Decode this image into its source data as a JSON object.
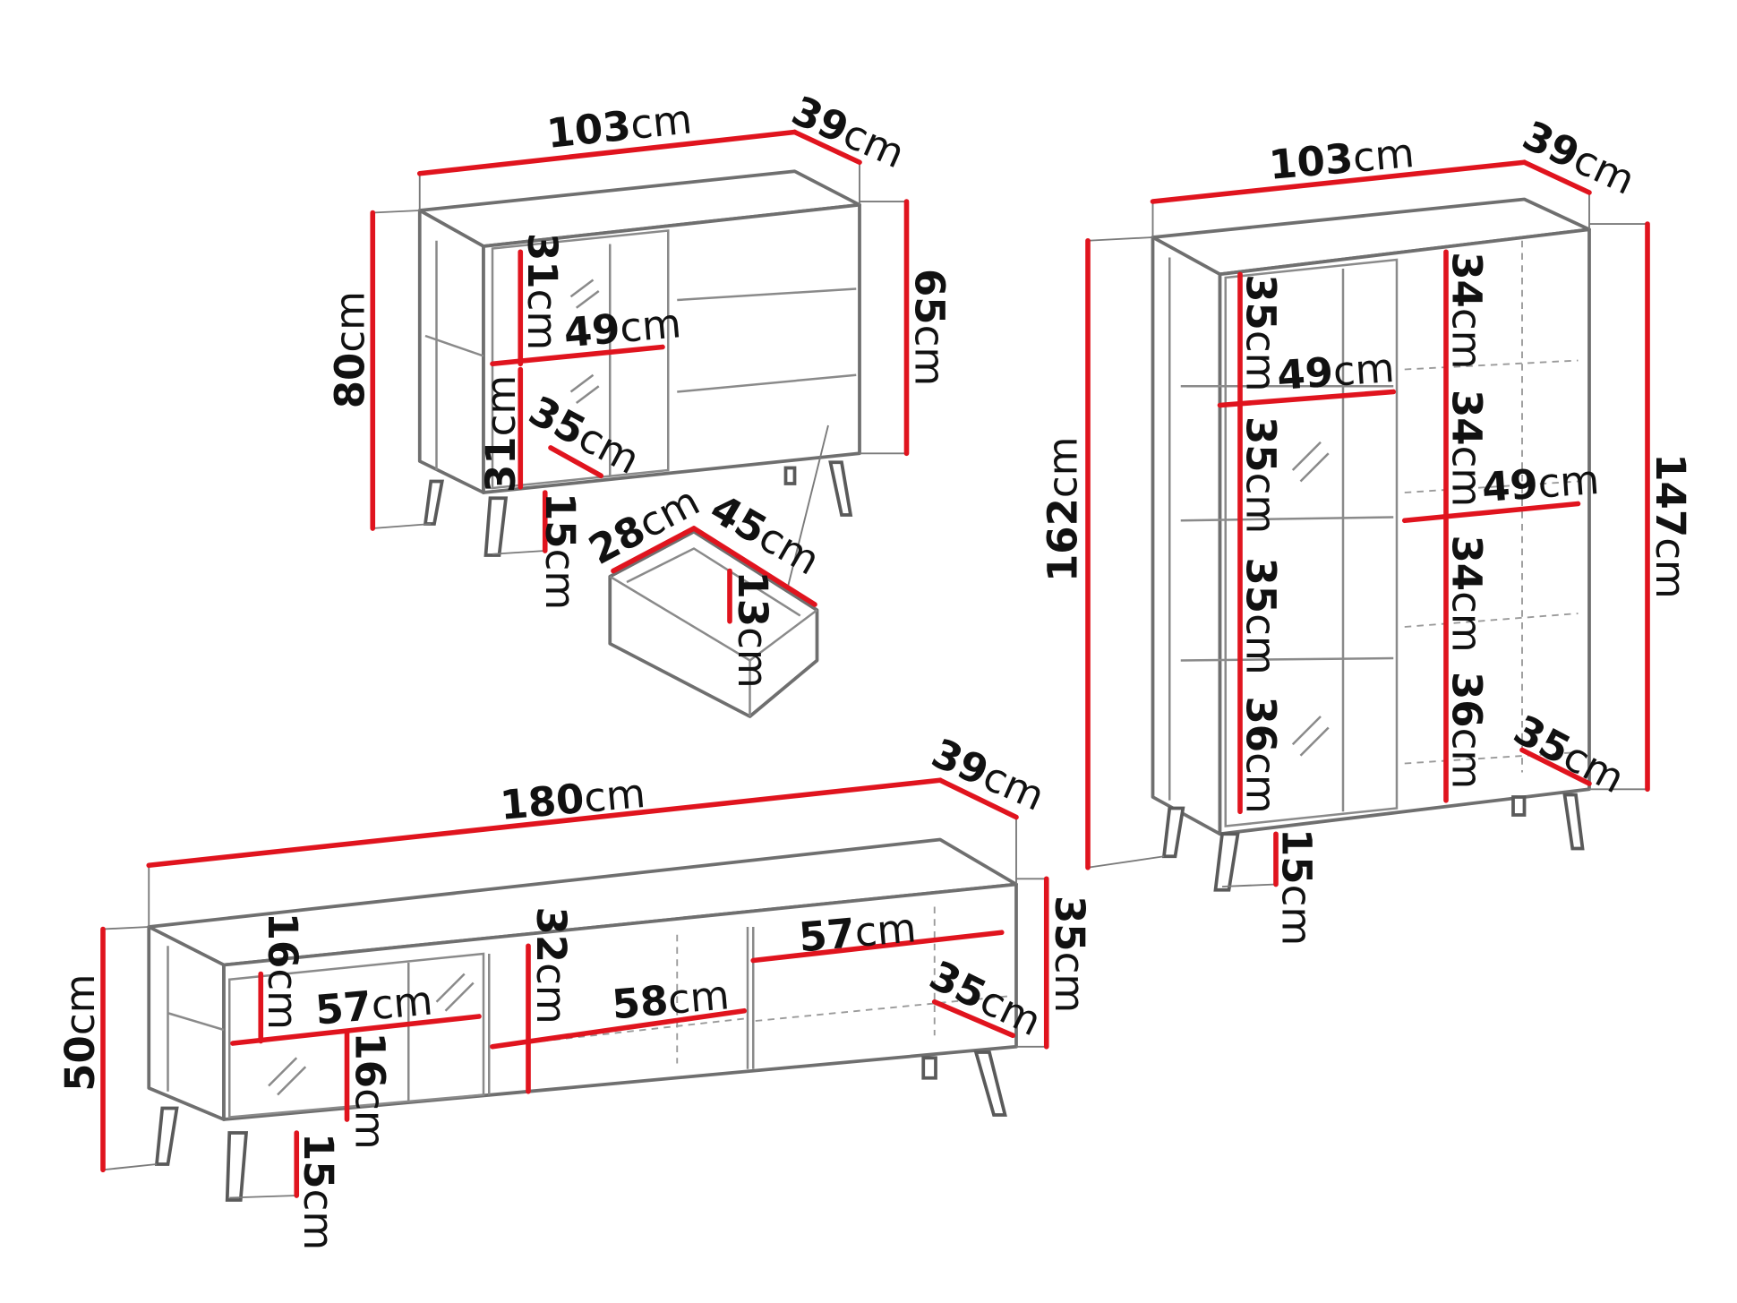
{
  "title": "Furniture set dimensions",
  "colors": {
    "dimension_line": "#e0141e",
    "outline": "#6f6f6f"
  },
  "sideboard": {
    "width": {
      "v": "103",
      "u": "cm"
    },
    "depth": {
      "v": "39",
      "u": "cm"
    },
    "height": {
      "v": "80",
      "u": "cm"
    },
    "body_height": {
      "v": "65",
      "u": "cm"
    },
    "shelf_upper": {
      "v": "31",
      "u": "cm"
    },
    "shelf_width": {
      "v": "49",
      "u": "cm"
    },
    "shelf_lower": {
      "v": "31",
      "u": "cm"
    },
    "shelf_depth": {
      "v": "35",
      "u": "cm"
    },
    "leg_height": {
      "v": "15",
      "u": "cm"
    }
  },
  "drawer": {
    "width": {
      "v": "28",
      "u": "cm"
    },
    "depth": {
      "v": "45",
      "u": "cm"
    },
    "height": {
      "v": "13",
      "u": "cm"
    }
  },
  "vitrine": {
    "width": {
      "v": "103",
      "u": "cm"
    },
    "depth": {
      "v": "39",
      "u": "cm"
    },
    "height": {
      "v": "162",
      "u": "cm"
    },
    "body_height": {
      "v": "147",
      "u": "cm"
    },
    "left_shelves": [
      {
        "v": "35",
        "u": "cm"
      },
      {
        "v": "35",
        "u": "cm"
      },
      {
        "v": "35",
        "u": "cm"
      },
      {
        "v": "36",
        "u": "cm"
      }
    ],
    "right_shelves": [
      {
        "v": "34",
        "u": "cm"
      },
      {
        "v": "34",
        "u": "cm"
      },
      {
        "v": "34",
        "u": "cm"
      },
      {
        "v": "36",
        "u": "cm"
      }
    ],
    "left_width": {
      "v": "49",
      "u": "cm"
    },
    "right_width": {
      "v": "49",
      "u": "cm"
    },
    "shelf_depth": {
      "v": "35",
      "u": "cm"
    },
    "leg_height": {
      "v": "15",
      "u": "cm"
    }
  },
  "tv_stand": {
    "width": {
      "v": "180",
      "u": "cm"
    },
    "depth": {
      "v": "39",
      "u": "cm"
    },
    "height": {
      "v": "50",
      "u": "cm"
    },
    "body_height": {
      "v": "35",
      "u": "cm"
    },
    "glass_upper": {
      "v": "16",
      "u": "cm"
    },
    "glass_width": {
      "v": "57",
      "u": "cm"
    },
    "glass_lower": {
      "v": "16",
      "u": "cm"
    },
    "middle_height": {
      "v": "32",
      "u": "cm"
    },
    "middle_width": {
      "v": "58",
      "u": "cm"
    },
    "right_width": {
      "v": "57",
      "u": "cm"
    },
    "shelf_depth": {
      "v": "35",
      "u": "cm"
    },
    "leg_height": {
      "v": "15",
      "u": "cm"
    }
  }
}
